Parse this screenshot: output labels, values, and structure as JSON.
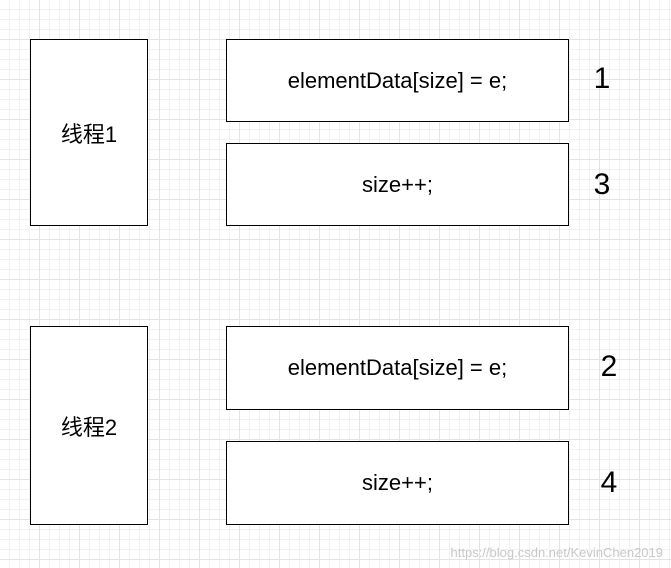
{
  "thread1": {
    "label": "线程1",
    "ops": [
      {
        "code": "elementData[size] = e;",
        "step": "1"
      },
      {
        "code": "size++;",
        "step": "3"
      }
    ]
  },
  "thread2": {
    "label": "线程2",
    "ops": [
      {
        "code": "elementData[size] = e;",
        "step": "2"
      },
      {
        "code": "size++;",
        "step": "4"
      }
    ]
  },
  "watermark": "https://blog.csdn.net/KevinChen2019"
}
